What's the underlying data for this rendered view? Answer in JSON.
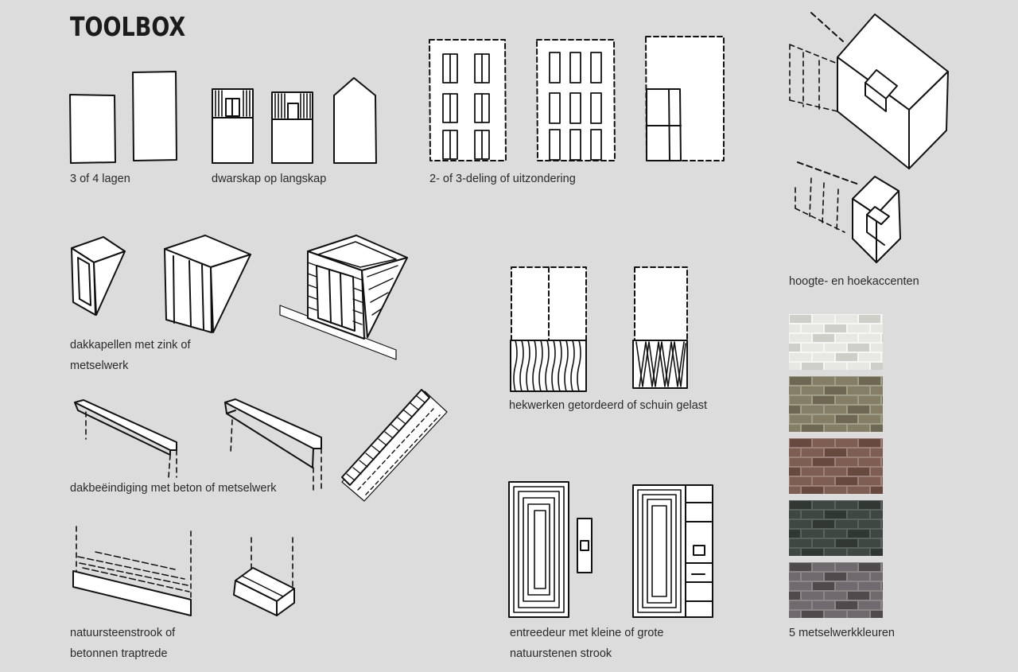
{
  "title": "TOOLBOX",
  "captions": {
    "lagen": "3 of 4 lagen",
    "dwarskap": "dwarskap op langskap",
    "deling": "2- of 3-deling of uitzondering",
    "accenten": "hoogte- en hoekaccenten",
    "dakkapellen_1": "dakkapellen met zink of",
    "dakkapellen_2": "metselwerk",
    "hekwerken": "hekwerken getordeerd of schuin gelast",
    "dakbeeindiging": "dakbeëindiging met beton of metselwerk",
    "natuursteen_1": "natuursteenstrook of",
    "natuursteen_2": "betonnen traptrede",
    "entreedeur_1": "entreedeur met kleine of grote",
    "entreedeur_2": "natuurstenen strook",
    "metselwerk": "5 metselwerkkleuren"
  },
  "brick_colors": [
    {
      "name": "white-brick",
      "base": "#e7e7e3",
      "mortar": "#f6f6f2",
      "accent": "#cfcfca"
    },
    {
      "name": "olive-brick",
      "base": "#847e66",
      "mortar": "#a39e88",
      "accent": "#6d6753"
    },
    {
      "name": "red-brown-brick",
      "base": "#7e5d52",
      "mortar": "#9c8178",
      "accent": "#68493f"
    },
    {
      "name": "dark-grey-brick",
      "base": "#3f4743",
      "mortar": "#5a625d",
      "accent": "#313834"
    },
    {
      "name": "mixed-grey-brick",
      "base": "#6f6a6d",
      "mortar": "#8b8688",
      "accent": "#4f4a4c"
    }
  ]
}
